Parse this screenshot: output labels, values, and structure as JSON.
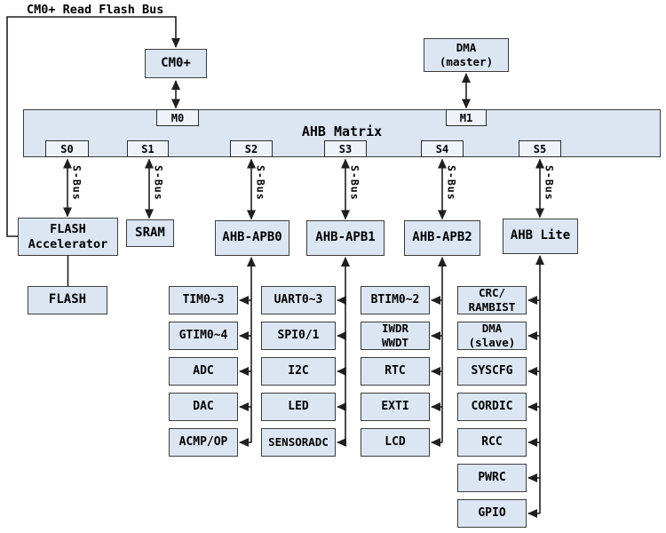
{
  "title_label": "CM0+ Read Flash Bus",
  "colors": {
    "box_fill": "#dce6f3",
    "port_fill": "#eef3fa",
    "box_border": "#3c3c3c",
    "wire": "#1f1f1f",
    "background": "#ffffff",
    "text": "#000000"
  },
  "matrix": {
    "label": "AHB Matrix",
    "master_ports": [
      "M0",
      "M1"
    ],
    "slave_ports": [
      "S0",
      "S1",
      "S2",
      "S3",
      "S4",
      "S5"
    ]
  },
  "sbus_label": "S-Bus",
  "nodes": {
    "cm0": "CM0+",
    "dma_master": "DMA\n(master)",
    "flash_accelerator": "FLASH\nAccelerator",
    "sram": "SRAM",
    "flash": "FLASH",
    "apb0": "AHB-APB0",
    "apb1": "AHB-APB1",
    "apb2": "AHB-APB2",
    "ahb_lite": "AHB Lite"
  },
  "peripherals": {
    "apb0": [
      "TIM0~3",
      "GTIM0~4",
      "ADC",
      "DAC",
      "ACMP/OP"
    ],
    "apb1": [
      "UART0~3",
      "SPI0/1",
      "I2C",
      "LED",
      "SENSORADC"
    ],
    "apb2": [
      "BTIM0~2",
      "IWDR\nWWDT",
      "RTC",
      "EXTI",
      "LCD"
    ],
    "ahb_lite": [
      "CRC/\nRAMBIST",
      "DMA\n(slave)",
      "SYSCFG",
      "CORDIC",
      "RCC",
      "PWRC",
      "GPIO"
    ]
  }
}
